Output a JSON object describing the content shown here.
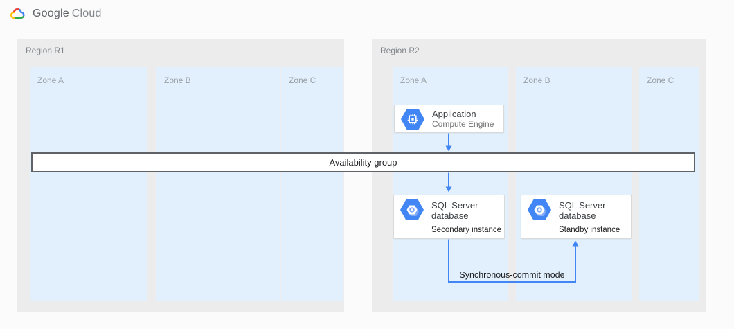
{
  "header": {
    "logo_text_1": "Google",
    "logo_text_2": "Cloud"
  },
  "regions": [
    {
      "label": "Region R1",
      "zones": [
        {
          "label": "Zone A"
        },
        {
          "label": "Zone B"
        },
        {
          "label": "Zone C"
        }
      ]
    },
    {
      "label": "Region R2",
      "zones": [
        {
          "label": "Zone A"
        },
        {
          "label": "Zone B"
        },
        {
          "label": "Zone C"
        }
      ]
    }
  ],
  "cards": {
    "application": {
      "title": "Application",
      "subtitle": "Compute Engine",
      "icon": "compute-engine-icon"
    },
    "sql_secondary": {
      "title_line1": "SQL Server",
      "title_line2": "database",
      "instance": "Secondary instance",
      "icon": "cloud-sql-icon"
    },
    "sql_standby": {
      "title_line1": "SQL Server",
      "title_line2": "database",
      "instance": "Standby instance",
      "icon": "cloud-sql-icon"
    }
  },
  "availability_group": {
    "label": "Availability group"
  },
  "connections": {
    "sync_label": "Synchronous-commit mode"
  },
  "colors": {
    "arrow_blue": "#4285f4",
    "zone_bg": "#e2f0fd",
    "region_bg": "#ececec",
    "bar_border": "#5f6368",
    "card_border": "#d9d9d9",
    "region_label": "#80868b",
    "zone_label": "#9aa0a6",
    "logo_red": "#EA4335",
    "logo_blue": "#4285F4",
    "logo_green": "#34A853",
    "logo_yellow": "#FBBC05"
  }
}
